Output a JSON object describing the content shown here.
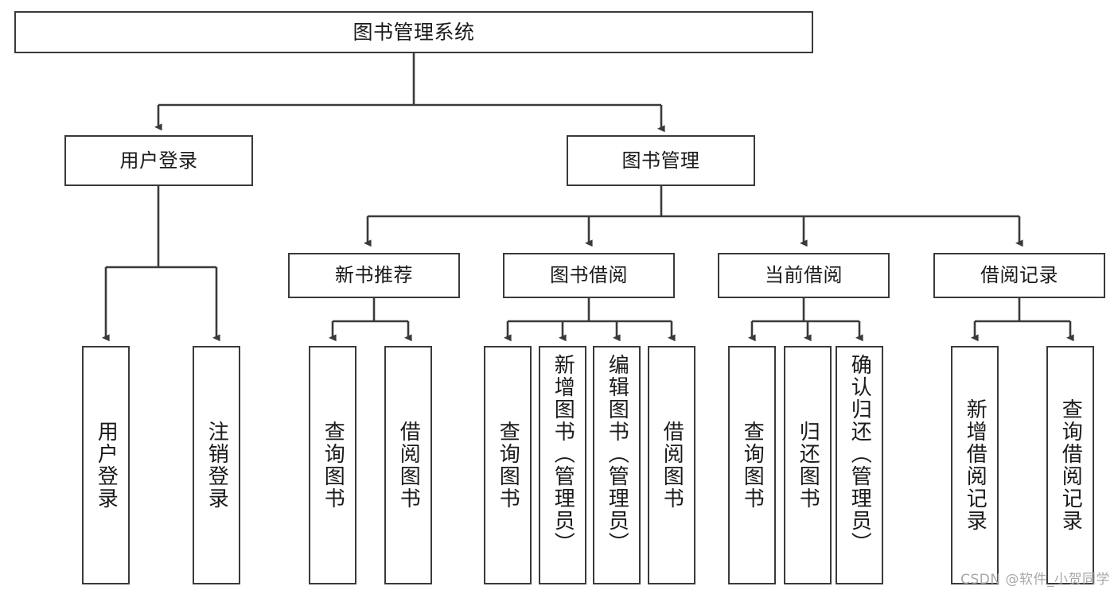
{
  "diagram": {
    "title": "图书管理系统",
    "type": "功能结构图",
    "stroke_color": "#3a3a3a",
    "text_color": "#1a1a1a",
    "background_color": "#ffffff"
  },
  "root": {
    "label": "图书管理系统"
  },
  "level2": [
    {
      "label": "用户登录"
    },
    {
      "label": "图书管理"
    }
  ],
  "level3": [
    {
      "label": "新书推荐"
    },
    {
      "label": "图书借阅"
    },
    {
      "label": "当前借阅"
    },
    {
      "label": "借阅记录"
    }
  ],
  "leaves": {
    "user_login": [
      {
        "label": "用户登录"
      },
      {
        "label": "注销登录"
      }
    ],
    "new_book": [
      {
        "label": "查询图书"
      },
      {
        "label": "借阅图书"
      }
    ],
    "borrow_book": [
      {
        "label": "查询图书"
      },
      {
        "label": "新增图书（管理员）"
      },
      {
        "label": "编辑图书（管理员）"
      },
      {
        "label": "借阅图书"
      }
    ],
    "current_borrow": [
      {
        "label": "查询图书"
      },
      {
        "label": "归还图书"
      },
      {
        "label": "确认归还（管理员）"
      }
    ],
    "borrow_record": [
      {
        "label": "新增借阅记录"
      },
      {
        "label": "查询借阅记录"
      }
    ]
  },
  "watermark": {
    "text": "CSDN @软件_小贺同学"
  }
}
